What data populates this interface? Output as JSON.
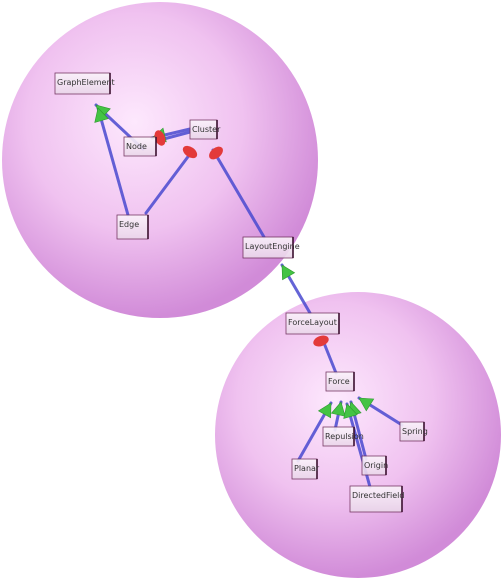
{
  "colors": {
    "sphere_light": "#fde8fd",
    "sphere_mid": "#f0c2f0",
    "sphere_dark": "#d18bd8",
    "edge": "#4a4ad0",
    "arrowhead": "#44c344",
    "aggregation": "#e33a3a",
    "node_fill": "#f5e9f5",
    "node_border": "#6a2a55"
  },
  "diagram": {
    "clusters": [
      {
        "id": "top"
      },
      {
        "id": "bottom"
      }
    ],
    "nodes": [
      {
        "id": "graphelement",
        "label": "GraphElement"
      },
      {
        "id": "node",
        "label": "Node"
      },
      {
        "id": "cluster",
        "label": "Cluster"
      },
      {
        "id": "edge",
        "label": "Edge"
      },
      {
        "id": "layoutengine",
        "label": "LayoutEngine"
      },
      {
        "id": "forcelayout",
        "label": "ForceLayout"
      },
      {
        "id": "force",
        "label": "Force"
      },
      {
        "id": "repulsion",
        "label": "Repulsion"
      },
      {
        "id": "spring",
        "label": "Spring"
      },
      {
        "id": "planar",
        "label": "Planar"
      },
      {
        "id": "origin",
        "label": "Origin"
      },
      {
        "id": "directedfield",
        "label": "DirectedField"
      }
    ],
    "relations": [
      {
        "from": "node",
        "to": "graphelement",
        "kind": "inheritance"
      },
      {
        "from": "edge",
        "to": "graphelement",
        "kind": "inheritance"
      },
      {
        "from": "cluster",
        "to": "node",
        "kind": "inheritance"
      },
      {
        "from": "cluster",
        "to": "node",
        "kind": "aggregation"
      },
      {
        "from": "cluster",
        "to": "edge",
        "kind": "aggregation"
      },
      {
        "from": "cluster",
        "to": "layoutengine",
        "kind": "aggregation"
      },
      {
        "from": "forcelayout",
        "to": "layoutengine",
        "kind": "inheritance"
      },
      {
        "from": "forcelayout",
        "to": "force",
        "kind": "aggregation"
      },
      {
        "from": "planar",
        "to": "force",
        "kind": "inheritance"
      },
      {
        "from": "repulsion",
        "to": "force",
        "kind": "inheritance"
      },
      {
        "from": "origin",
        "to": "force",
        "kind": "inheritance"
      },
      {
        "from": "directedfield",
        "to": "force",
        "kind": "inheritance"
      },
      {
        "from": "spring",
        "to": "force",
        "kind": "inheritance"
      }
    ]
  }
}
